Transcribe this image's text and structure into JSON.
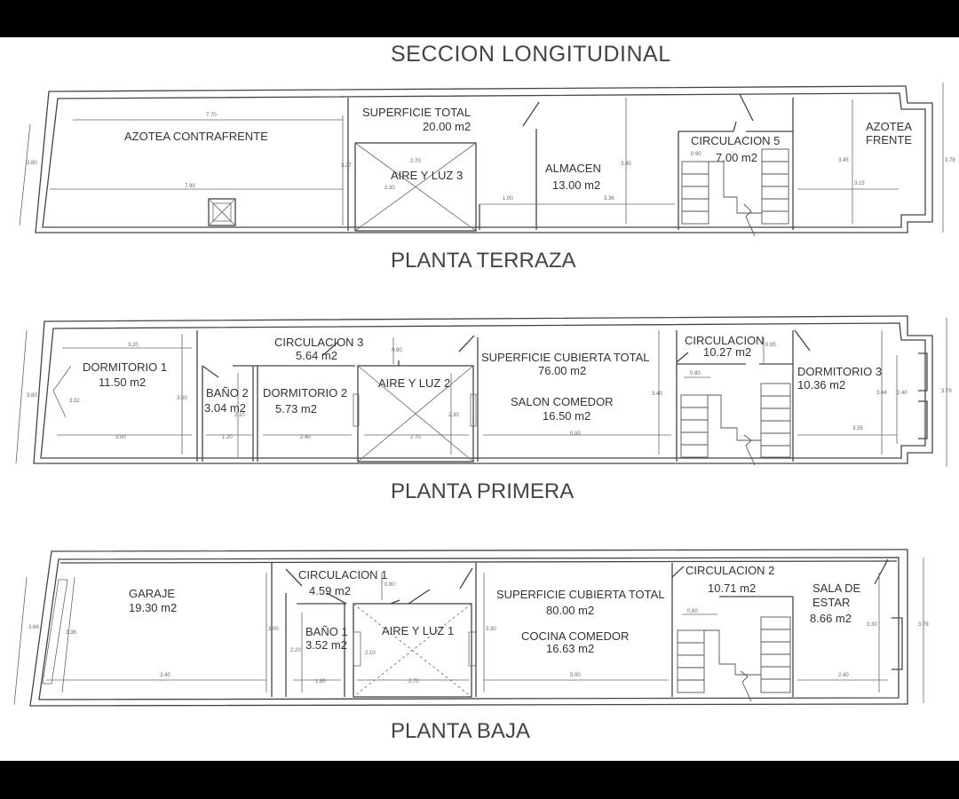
{
  "titles": {
    "main": "SECCION LONGITUDINAL",
    "terraza": "PLANTA TERRAZA",
    "primera": "PLANTA PRIMERA",
    "baja": "PLANTA BAJA"
  },
  "terraza": {
    "azotea_contrafrente": "AZOTEA CONTRAFRENTE",
    "superficie_label": "SUPERFICIE TOTAL",
    "superficie_value": "20.00 m2",
    "aire_luz": "AIRE Y LUZ 3",
    "almacen_label": "ALMACEN",
    "almacen_value": "13.00 m2",
    "circulacion_label": "CIRCULACION 5",
    "circulacion_value": "7.00 m2",
    "azotea_frente_1": "AZOTEA",
    "azotea_frente_2": "FRENTE",
    "dims": {
      "d1": "7.70",
      "d2": "7.90",
      "d3": "3.27",
      "d4": "3.80",
      "d5": "2.70",
      "d6": "2.30",
      "d7": "1.00",
      "d8": "3.36",
      "d9": "3.40",
      "d10": "0.90",
      "d11": "3.45",
      "d12": "3.15",
      "d13": "3.78"
    }
  },
  "primera": {
    "dormitorio1_label": "DORMITORIO 1",
    "dormitorio1_value": "11.50 m2",
    "circulacion3_label": "CIRCULACION 3",
    "circulacion3_value": "5.64 m2",
    "bano2_label": "BAÑO 2",
    "bano2_value": "3.04 m2",
    "dormitorio2_label": "DORMITORIO 2",
    "dormitorio2_value": "5.73 m2",
    "aire_luz": "AIRE Y LUZ 2",
    "superficie_label": "SUPERFICIE CUBIERTA TOTAL",
    "superficie_value": "76.00 m2",
    "salon_label": "SALON COMEDOR",
    "salon_value": "16.50 m2",
    "circulacion_label": "CIRCULACION",
    "circulacion_value": "10.27 m2",
    "dormitorio3_label": "DORMITORIO 3",
    "dormitorio3_value": "10.36 m2",
    "dims": {
      "d1": "3.20",
      "d2": "3.80",
      "d3": "3.32",
      "d4": "3.00",
      "d5": "3.00",
      "d6": "1.20",
      "d7": "2.10",
      "d8": "2.40",
      "d9": "0.90",
      "d10": "2.30",
      "d11": "2.70",
      "d12": "5.00",
      "d13": "3.40",
      "d14": "0.80",
      "d15": "0.95",
      "d16": "3.44",
      "d17": "2.40",
      "d18": "3.35",
      "d19": "3.78"
    }
  },
  "baja": {
    "garaje_label": "GARAJE",
    "garaje_value": "19.30 m2",
    "circulacion1_label": "CIRCULACION 1",
    "circulacion1_value": "4.59 m2",
    "bano1_label": "BAÑO 1",
    "bano1_value": "3.52 m2",
    "aire_luz": "AIRE Y LUZ 1",
    "superficie_label": "SUPERFICIE CUBIERTA TOTAL",
    "superficie_value": "80.00 m2",
    "cocina_label": "COCINA COMEDOR",
    "cocina_value": "16.63 m2",
    "circulacion2_label": "CIRCULACION 2",
    "circulacion2_value": "10.71 m2",
    "sala_label_1": "SALA DE",
    "sala_label_2": "ESTAR",
    "sala_value": "8.66 m2",
    "dims": {
      "d1": "3.66",
      "d2": "3.36",
      "d3": "3.40",
      "d4": "3.00",
      "d5": "0.90",
      "d6": "2.20",
      "d7": "1.80",
      "d8": "2.10",
      "d9": "2.70",
      "d10": "3.30",
      "d11": "5.00",
      "d12": "0.80",
      "d13": "3.30",
      "d14": "2.40",
      "d15": "3.78"
    }
  }
}
